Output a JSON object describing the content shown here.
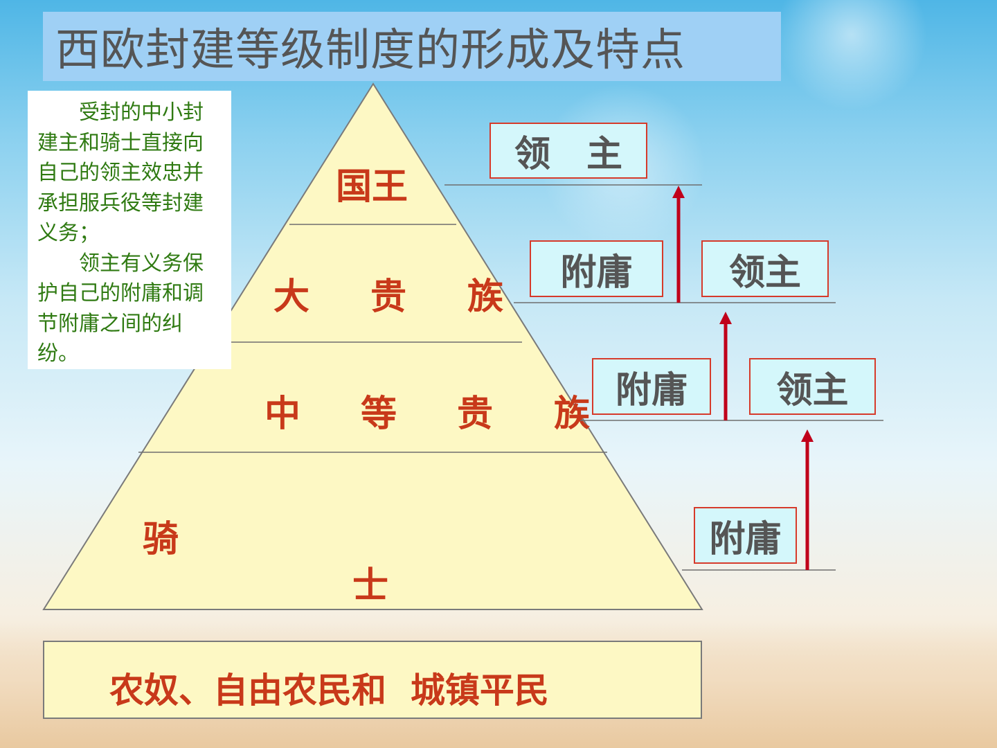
{
  "title": "西欧封建等级制度的形成及特点",
  "note": {
    "paragraph1": "受封的中小封建主和骑士直接向自己的领主效忠并承担服兵役等封建义务；",
    "paragraph2": "领主有义务保护自己的附庸和调节附庸之间的纠纷。"
  },
  "pyramid": {
    "tiers": [
      {
        "label_parts": [
          "国王"
        ]
      },
      {
        "label_parts": [
          "大",
          "贵",
          "族"
        ]
      },
      {
        "label_parts": [
          "中",
          "等",
          "贵",
          "族"
        ]
      },
      {
        "label_parts": [
          "骑",
          "士"
        ]
      }
    ],
    "base_label": "农奴、自由农民和  城镇平民"
  },
  "hierarchy": {
    "levels": [
      {
        "lord_label": "领　主"
      },
      {
        "vassal_label": "附庸",
        "lord_label": "领主"
      },
      {
        "vassal_label": "附庸",
        "lord_label": "领主"
      },
      {
        "vassal_label": "附庸"
      }
    ]
  },
  "colors": {
    "pyramid_fill": "#fdf8c4",
    "tier_text": "#c8391a",
    "note_text": "#2f7a12",
    "box_fill": "#d4f7fb",
    "box_border": "#d63a2a",
    "arrow": "#c0001a",
    "title_bar": "#9fd0f5"
  }
}
